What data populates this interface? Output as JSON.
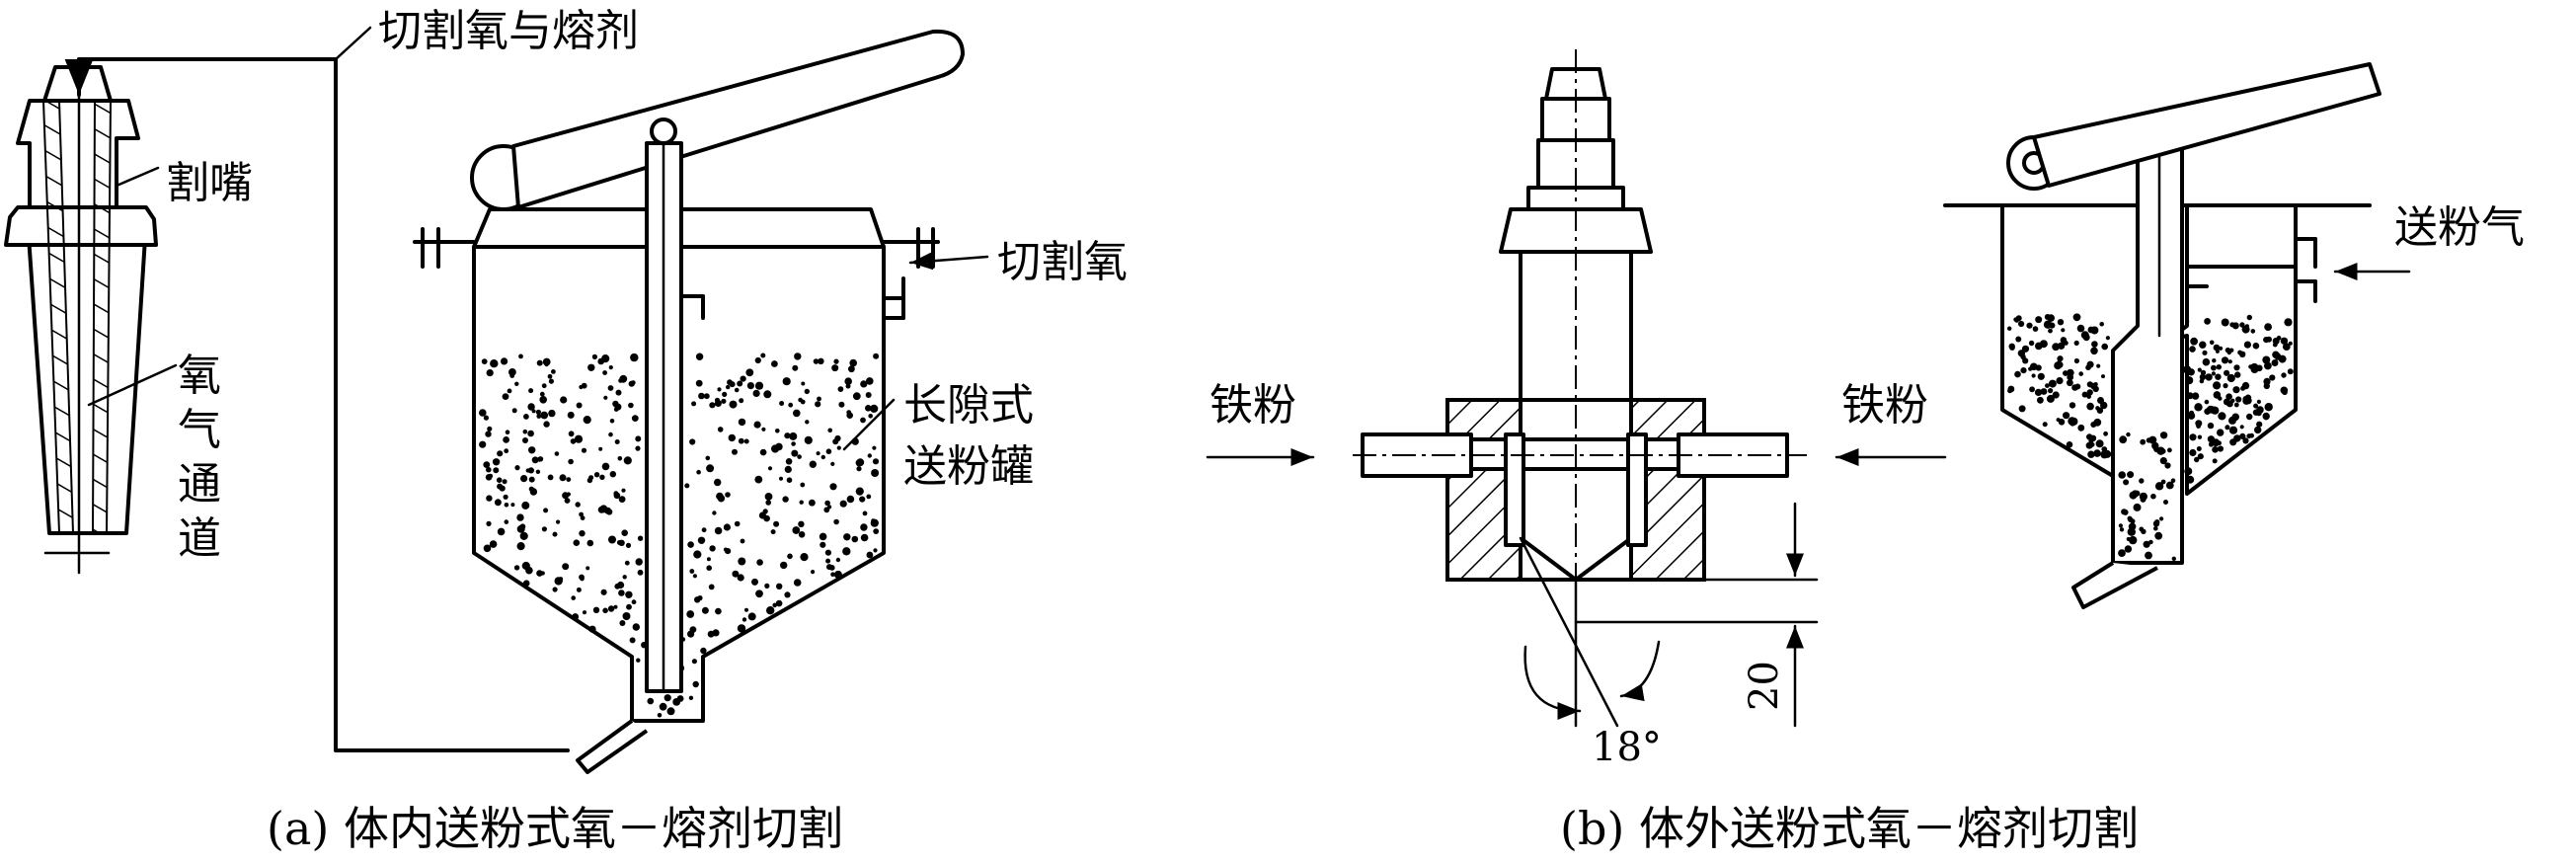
{
  "panel_a": {
    "caption": "(a) 体内送粉式氧－熔剂切割",
    "label_oxygen_flux": "切割氧与熔剂",
    "label_nozzle": "割嘴",
    "label_channel": [
      "氧",
      "气",
      "通",
      "道"
    ],
    "label_cut_oxygen": "切割氧",
    "label_tank_line1": "长隙式",
    "label_tank_line2": "送粉罐"
  },
  "panel_b": {
    "caption": "(b) 体外送粉式氧－熔剂切割",
    "label_iron_left": "铁粉",
    "label_iron_right": "铁粉",
    "label_feed_gas": "送粉气",
    "angle_label": "18°",
    "dim_label": "20"
  }
}
